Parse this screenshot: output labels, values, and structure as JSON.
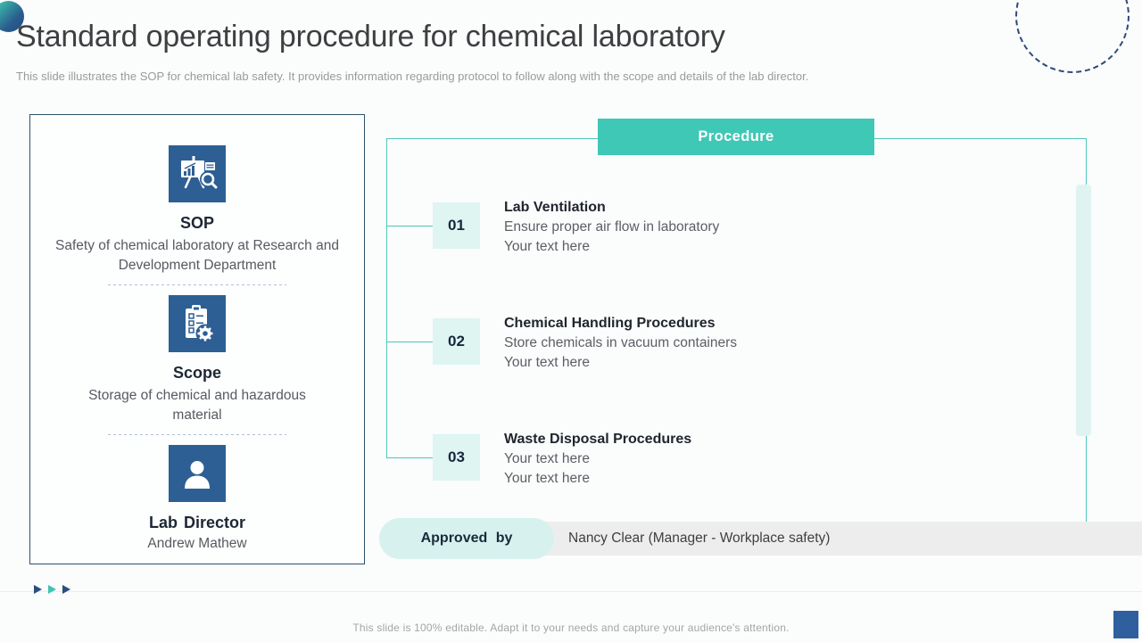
{
  "slide": {
    "title": "Standard operating procedure for chemical laboratory",
    "subtitle": "This slide illustrates the SOP for chemical lab safety. It provides information regarding protocol to follow along with the scope and details of the lab director.",
    "footer_note": "This slide is 100% editable. Adapt it to your needs and capture your audience's attention."
  },
  "left_panel": {
    "sections": [
      {
        "icon": "presentation-chart-magnifier-icon",
        "title": "SOP",
        "description": "Safety of chemical laboratory at Research and Development Department"
      },
      {
        "icon": "clipboard-checklist-gear-icon",
        "title": "Scope",
        "description": "Storage of chemical and hazardous material"
      },
      {
        "icon": "person-icon",
        "title": "Lab Director",
        "description": "Andrew Mathew"
      }
    ]
  },
  "procedure": {
    "header_label": "Procedure",
    "items": [
      {
        "number": "01",
        "title": "Lab Ventilation",
        "lines": [
          "Ensure proper air flow in laboratory",
          "Your text here"
        ]
      },
      {
        "number": "02",
        "title": "Chemical Handling Procedures",
        "lines": [
          "Store chemicals in vacuum containers",
          "Your text here"
        ]
      },
      {
        "number": "03",
        "title": "Waste Disposal Procedures",
        "lines": [
          "Your text here",
          "Your text here"
        ]
      }
    ]
  },
  "approval": {
    "label": "Approved by",
    "value": "Nancy Clear (Manager - Workplace safety)"
  },
  "decorations": {
    "icons": [
      "gradient-circle-icon",
      "dashed-circle-icon",
      "play-arrow-icon",
      "play-arrow-icon",
      "play-arrow-icon",
      "corner-square-icon"
    ]
  },
  "colors": {
    "teal": "#3FC8B6",
    "mint": "#DFF4F1",
    "icon_blue": "#2D5F94",
    "corner_blue": "#2F5F9E",
    "panel_border": "#2F5168",
    "dark_text": "#1E2A38",
    "body_gray": "#5B6065",
    "muted_gray": "#9A9A9A"
  }
}
